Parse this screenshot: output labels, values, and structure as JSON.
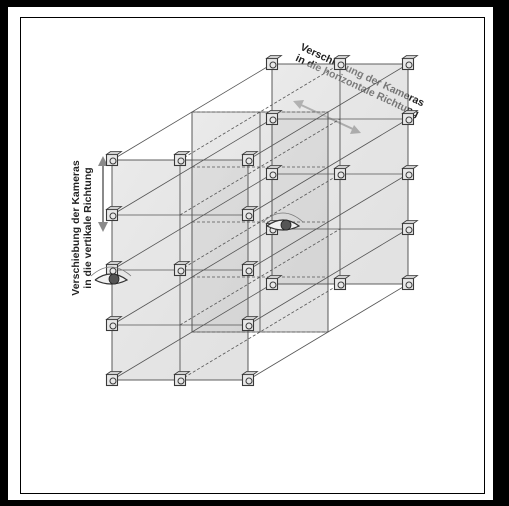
{
  "labels": {
    "vertical_line1": "Verschiebung der Kameras",
    "vertical_line2": "in die vertikale Richtung",
    "horizontal_line1": "Verschiebung der Kameras",
    "horizontal_line2": "in die horizontale Richtung"
  },
  "colors": {
    "frame": "#000000",
    "background": "#ffffff",
    "plane_fill": "#c8c8c8",
    "edge": "#555555",
    "camera": "#3a3a3a"
  },
  "icons": [
    "camera-icon",
    "eye-icon",
    "double-arrow-icon"
  ]
}
